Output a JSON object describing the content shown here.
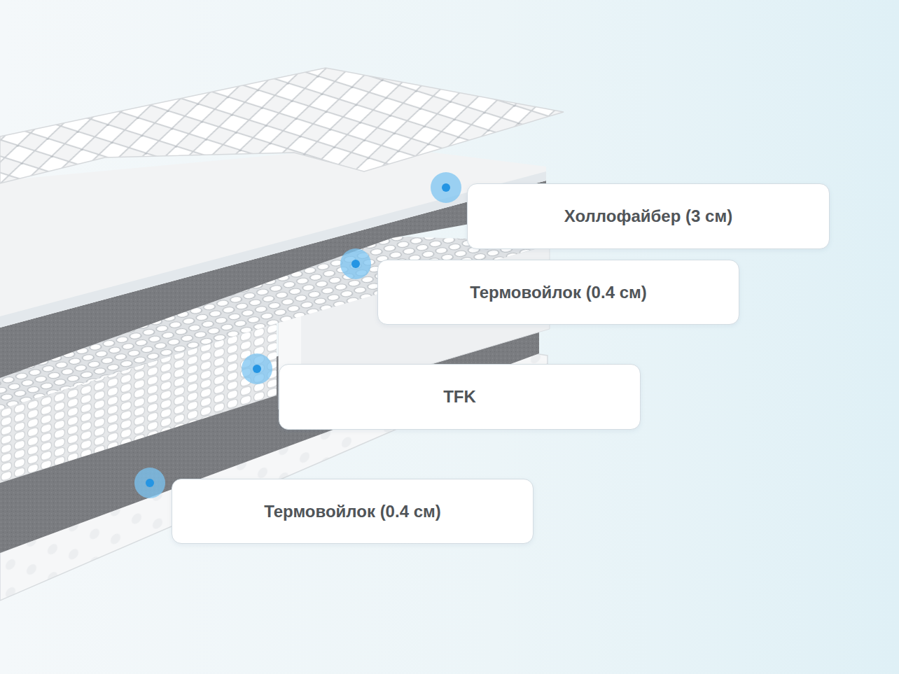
{
  "diagram": {
    "nodes": [
      {
        "text": [
          "Холлофайбер (3 см)"
        ]
      },
      {
        "text": [
          "Термовойлок (0.4 см)"
        ]
      },
      {
        "text": [
          "TFK"
        ]
      },
      {
        "text": [
          "Термовойлок (0.4 см)"
        ]
      }
    ]
  }
}
